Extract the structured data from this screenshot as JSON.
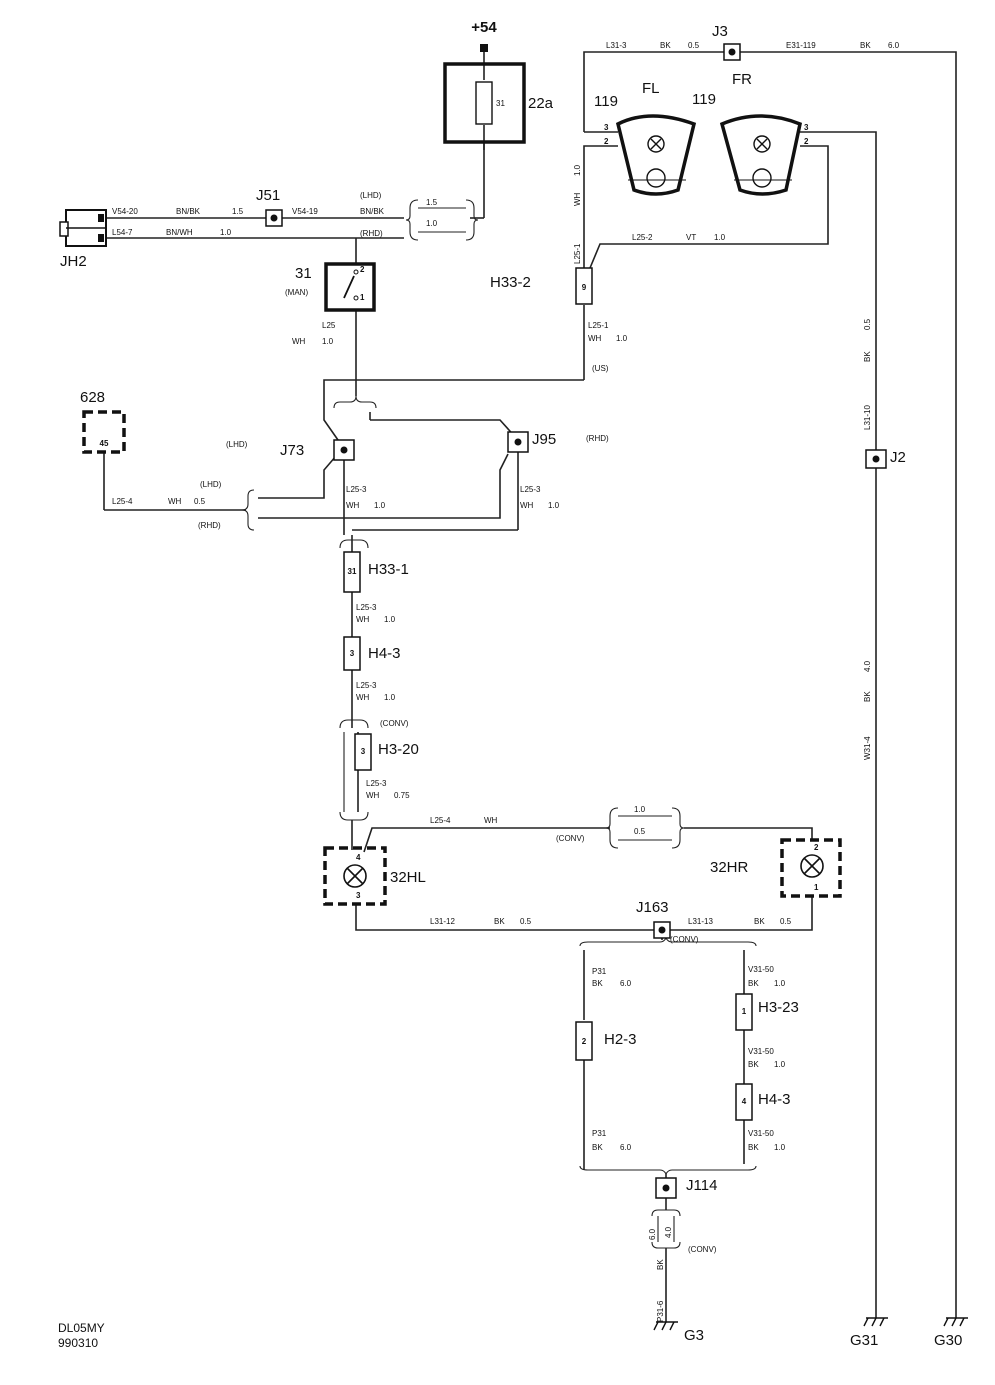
{
  "supply": {
    "label": "+54"
  },
  "fuse": {
    "ref": "22a",
    "num": "31"
  },
  "connectors": {
    "jh2": "JH2",
    "j51": "J51",
    "j3": "J3",
    "j2": "J2",
    "j73": "J73",
    "j95": "J95",
    "j163": "J163",
    "j114": "J114",
    "h33_1": "H33-1",
    "h33_2": "H33-2",
    "h4_3": "H4-3",
    "h3_20": "H3-20",
    "h2_3": "H2-3",
    "h3_23": "H3-23",
    "h4_3b": "H4-3"
  },
  "pins": {
    "h33_2": "9",
    "h33_1": "31",
    "h4_3": "3",
    "h3_20": "3",
    "h2_3": "2",
    "h3_23": "1",
    "h4_3b": "4",
    "p628": "45",
    "sw_top": "2",
    "sw_bot": "1",
    "fl_a": "3",
    "fl_b": "2",
    "fr_a": "3",
    "fr_b": "2",
    "hl_a": "4",
    "hl_b": "3",
    "hr_a": "2",
    "hr_b": "1"
  },
  "components": {
    "c628": "628",
    "c31": "31",
    "c31_sub": "(MAN)",
    "fl": "FL",
    "fr": "FR",
    "fl_num": "119",
    "fr_num": "119",
    "hl": "32HL",
    "hr": "32HR"
  },
  "grounds": {
    "g3": "G3",
    "g31": "G31",
    "g30": "G30"
  },
  "variants": {
    "lhd1": "(LHD)",
    "rhd1": "(RHD)",
    "lhd2": "(LHD)",
    "rhd2": "(RHD)",
    "lhd3": "(LHD)",
    "rhd3": "(RHD)",
    "us": "(US)",
    "conv1": "(CONV)",
    "conv2": "(CONV)",
    "conv3": "(CONV)",
    "conv4": "(CONV)"
  },
  "wires": {
    "v54_20": "V54-20",
    "v54_20_c": "BN/BK",
    "v54_20_s": "1.5",
    "l54_7": "L54-7",
    "l54_7_c": "BN/WH",
    "l54_7_s": "1.0",
    "v54_19": "V54-19",
    "v54_19_c": "BN/BK",
    "split_top": "1.5",
    "split_bot": "1.0",
    "l31_3": "L31-3",
    "l31_3_c": "BK",
    "l31_3_s": "0.5",
    "e31_119": "E31-119",
    "e31_119_c": "BK",
    "e31_119_s": "6.0",
    "fl_wh_s": "1.0",
    "fl_wh_c": "WH",
    "l25_1_top": "L25-1",
    "l25_2": "L25-2",
    "l25_2_c": "VT",
    "l25_2_s": "1.0",
    "l25_1": "L25-1",
    "l25_1_c": "WH",
    "l25_1_s": "1.0",
    "l25": "L25",
    "l25_c": "WH",
    "l25_s": "1.0",
    "l25_4a": "L25-4",
    "l25_4a_c": "WH",
    "l25_4a_s": "0.5",
    "l25_3a": "L25-3",
    "l25_3a_c": "WH",
    "l25_3a_s": "1.0",
    "l25_3b": "L25-3",
    "l25_3b_c": "WH",
    "l25_3b_s": "1.0",
    "l25_3c": "L25-3",
    "l25_3c_c": "WH",
    "l25_3c_s": "1.0",
    "l25_3d": "L25-3",
    "l25_3d_c": "WH",
    "l25_3d_s": "1.0",
    "l25_3e": "L25-3",
    "l25_3e_c": "WH",
    "l25_3e_s": "0.75",
    "l25_4b": "L25-4",
    "l25_4b_c": "WH",
    "conv_top": "1.0",
    "conv_bot": "0.5",
    "l31_12": "L31-12",
    "l31_12_c": "BK",
    "l31_12_s": "0.5",
    "l31_13": "L31-13",
    "l31_13_c": "BK",
    "l31_13_s": "0.5",
    "p31a": "P31",
    "p31a_c": "BK",
    "p31a_s": "6.0",
    "p31b": "P31",
    "p31b_c": "BK",
    "p31b_s": "6.0",
    "v31_50a": "V31-50",
    "v31_50a_c": "BK",
    "v31_50a_s": "1.0",
    "v31_50b": "V31-50",
    "v31_50b_c": "BK",
    "v31_50b_s": "1.0",
    "v31_50c": "V31-50",
    "v31_50c_c": "BK",
    "v31_50c_s": "1.0",
    "l31_10_s": "0.5",
    "l31_10_c": "BK",
    "l31_10": "L31-10",
    "w31_4_s": "4.0",
    "w31_4_c": "BK",
    "w31_4": "W31-4",
    "g3_top": "6.0",
    "g3_bot": "4.0",
    "g3_c": "BK",
    "p31_6": "P31-6"
  },
  "footer": {
    "code": "DL05MY",
    "date": "990310"
  }
}
